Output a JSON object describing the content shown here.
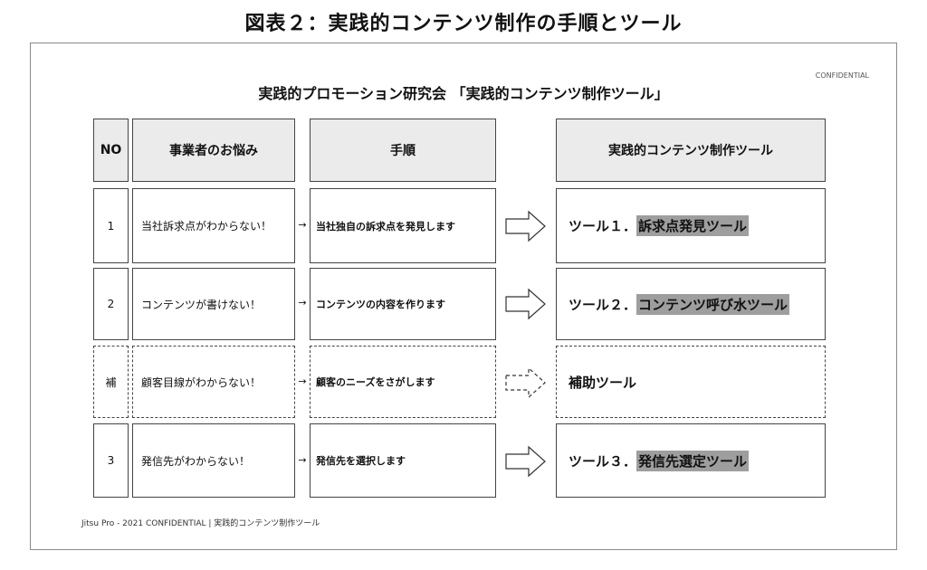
{
  "main_title": "図表２：実践的コンテンツ制作の手順とツール",
  "confidential": "CONFIDENTIAL",
  "sub_title": "実践的プロモーション研究会 「実践的コンテンツ制作ツール」",
  "headers": {
    "no": "NO",
    "worry": "事業者のお悩み",
    "step": "手順",
    "tool": "実践的コンテンツ制作ツール"
  },
  "rows": [
    {
      "no": "1",
      "worry": "当社訴求点がわからない！",
      "step": "当社独自の訴求点を発見します",
      "tool_prefix": "ツール１．",
      "tool_name": "訴求点発見ツール",
      "dashed": false
    },
    {
      "no": "2",
      "worry": "コンテンツが書けない！",
      "step": "コンテンツの内容を作ります",
      "tool_prefix": "ツール２．",
      "tool_name": "コンテンツ呼び水ツール",
      "dashed": false
    },
    {
      "no": "補",
      "worry": "顧客目線がわからない！",
      "step": "顧客のニーズをさがします",
      "tool_prefix": "補助ツール",
      "tool_name": "",
      "dashed": true
    },
    {
      "no": "3",
      "worry": "発信先がわからない！",
      "step": "発信先を選択します",
      "tool_prefix": "ツール３．",
      "tool_name": "発信先選定ツール",
      "dashed": false
    }
  ],
  "arrow_glyph": "→",
  "footer": "Jitsu Pro - 2021 CONFIDENTIAL | 実践的コンテンツ制作ツール"
}
